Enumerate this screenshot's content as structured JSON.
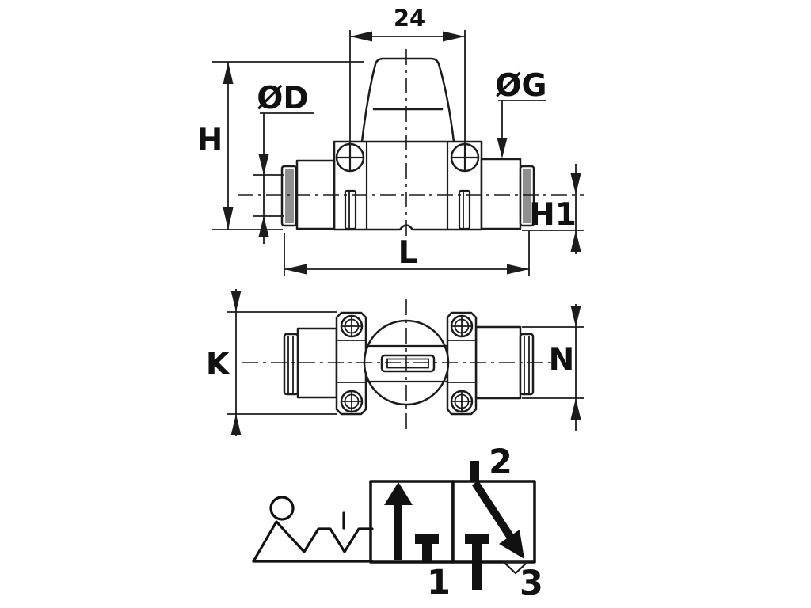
{
  "views": {
    "front": {
      "dim_width": "24",
      "dim_height": "H",
      "dim_tube": "ØD",
      "dim_knob": "ØG",
      "dim_port_height": "H1",
      "dim_length": "L"
    },
    "top": {
      "dim_body": "K",
      "dim_port": "N"
    },
    "symbol": {
      "port_supply": "1",
      "port_outlet": "2",
      "port_exhaust": "3"
    }
  },
  "colors": {
    "line": "#1c1c1c",
    "background": "#ffffff",
    "collar": "#8f8f8f",
    "symbol": "#111111"
  }
}
